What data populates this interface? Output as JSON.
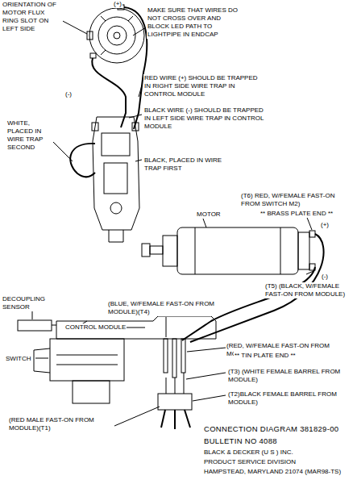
{
  "diagram": {
    "labels": [
      "ORIENTATION OF MOTOR FLUX RING SLOT ON LEFT SIDE",
      "(+)",
      "MAKE SURE THAT WIRES DO NOT CROSS OVER AND BLOCK LED PATH TO LIGHTPIPE IN ENDCAP",
      "(-)",
      "RED WIRE (+) SHOULD BE TRAPPED IN RIGHT SIDE WIRE TRAP IN CONTROL MODULE",
      "BLACK WIRE (-) SHOULD BE TRAPPED IN LEFT SIDE WIRE TRAP IN CONTROL MODULE",
      "WHITE, PLACED IN WIRE TRAP SECOND",
      "BLACK, PLACED IN WIRE TRAP FIRST",
      "MOTOR",
      "(+)",
      "(T6) RED, W/FEMALE FAST-ON FROM SWITCH M2)",
      "** BRASS PLATE END **",
      "(-)",
      "(T5) (BLACK, W/FEMALE FAST-ON FROM MODULE)",
      "DECOUPLING SENSOR",
      "(BLUE, W/FEMALE FAST-ON FROM MODULE)(T4)",
      "CONTROL MODULE",
      "SWITCH",
      "(RED, W/FEMALE FAST-ON FROM MOTOR)",
      "** TIN PLATE END **",
      "(T3) (WHITE FEMALE BARREL FROM MODULE)",
      "(T2)BLACK FEMALE BARREL FROM MODULE)",
      "(RED MALE FAST-ON FROM MODULE)(T1)",
      "CONNECTION DIAGRAM 381829-00",
      "BULLETIN NO 4088",
      "BLACK & DECKER (U S ) INC.",
      "PRODUCT SERVICE DIVISION",
      "HAMPSTEAD, MARYLAND 21074 (MAR98-TS)"
    ]
  }
}
